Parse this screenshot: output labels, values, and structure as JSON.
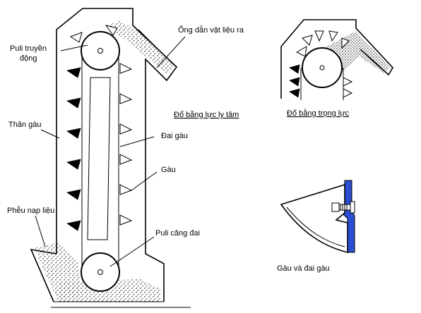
{
  "labels": {
    "drive_pulley_line1": "Puli truyền",
    "drive_pulley_line2": "động",
    "outlet_chute": "Ống dẫn vật liệu ra",
    "centrifugal_discharge": "Đổ bằng lực ly tâm",
    "gravity_discharge": "Đổ bằng trọng lực",
    "body": "Thân gàu",
    "belt": "Đai gàu",
    "bucket": "Gàu",
    "feed_hopper": "Phễu nạp liệu",
    "tension_pulley": "Puli căng đai",
    "bucket_and_belt": "Gàu và đai gàu"
  },
  "colors": {
    "belt_section": "#2a4fd0",
    "line": "#000000",
    "background": "#ffffff"
  }
}
